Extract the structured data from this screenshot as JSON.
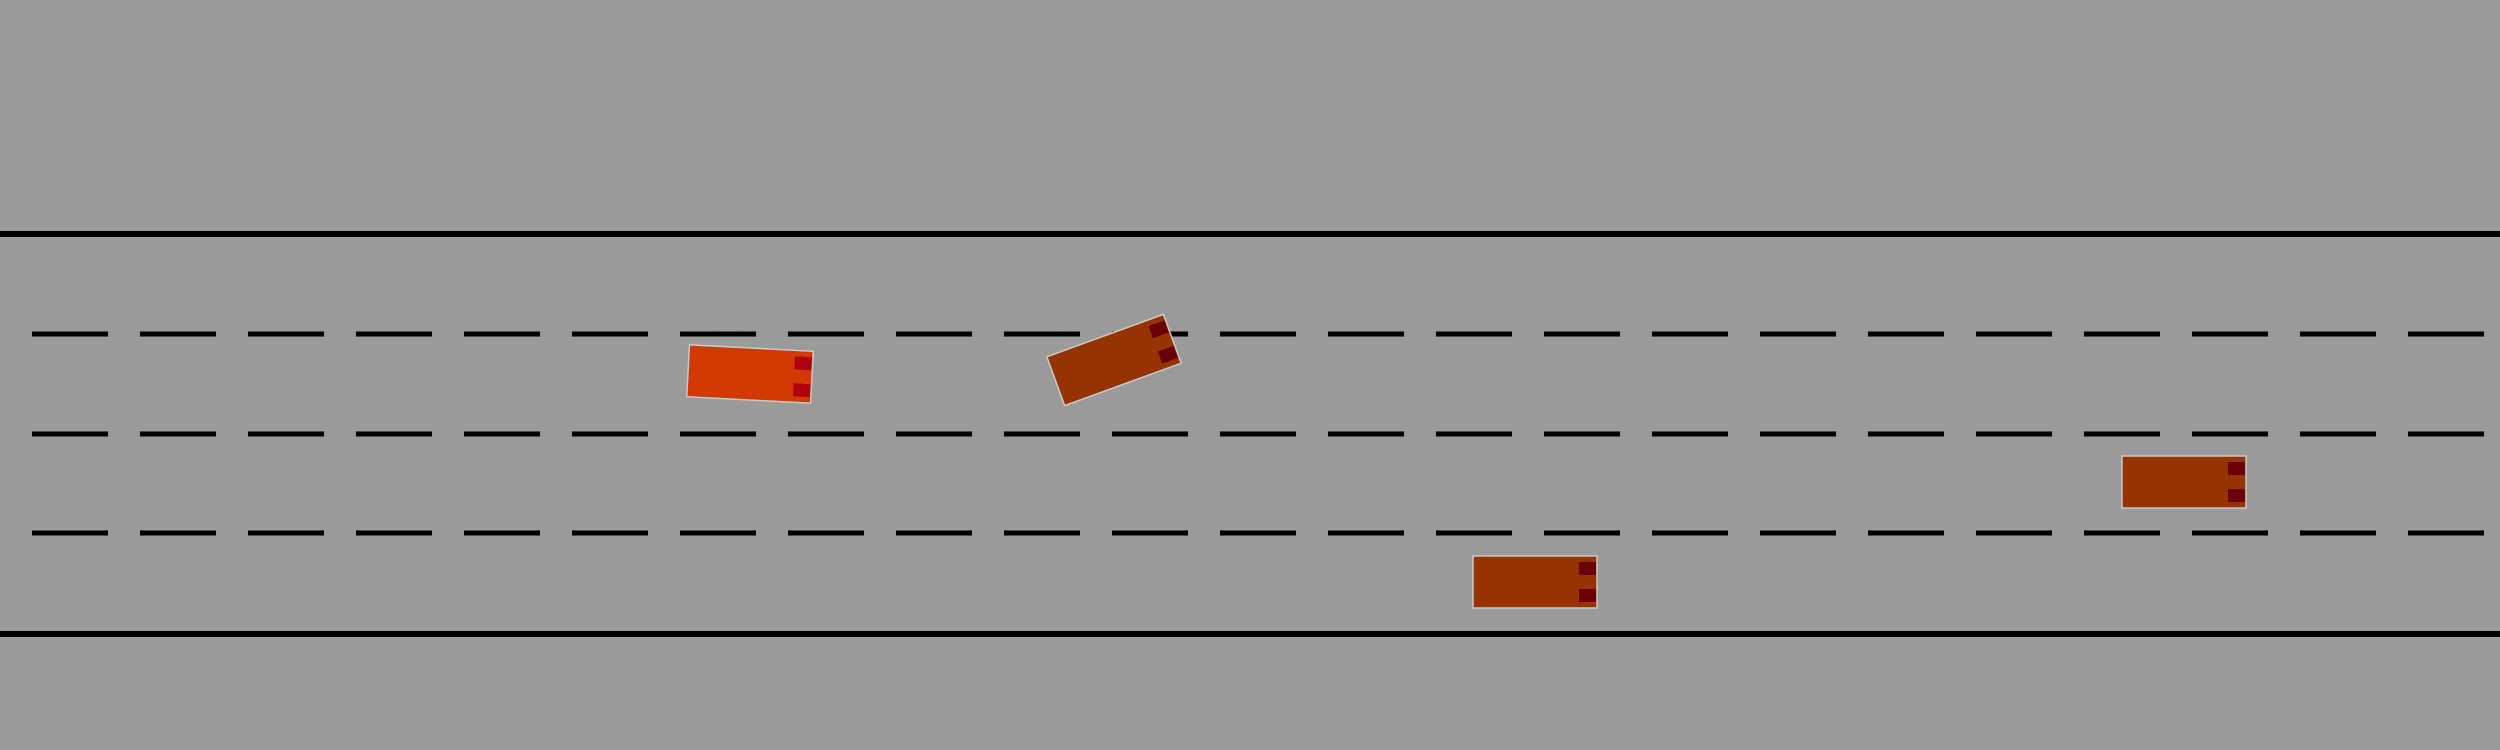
{
  "colors": {
    "background": "#9a9a9a",
    "line": "#000000",
    "ego_vehicle": "#d03a00",
    "ego_light": "#b00010",
    "other_vehicle": "#973300",
    "other_light": "#6b0008"
  },
  "road": {
    "lane_count": 4,
    "solid_edges": 2,
    "dashed_dividers": 3
  },
  "vehicles": [
    {
      "role": "ego",
      "icon": "car-icon",
      "heading_deg": 3
    },
    {
      "role": "other",
      "icon": "car-icon",
      "heading_deg": -20
    },
    {
      "role": "other",
      "icon": "car-icon",
      "heading_deg": 0
    },
    {
      "role": "other",
      "icon": "car-icon",
      "heading_deg": 0
    }
  ]
}
